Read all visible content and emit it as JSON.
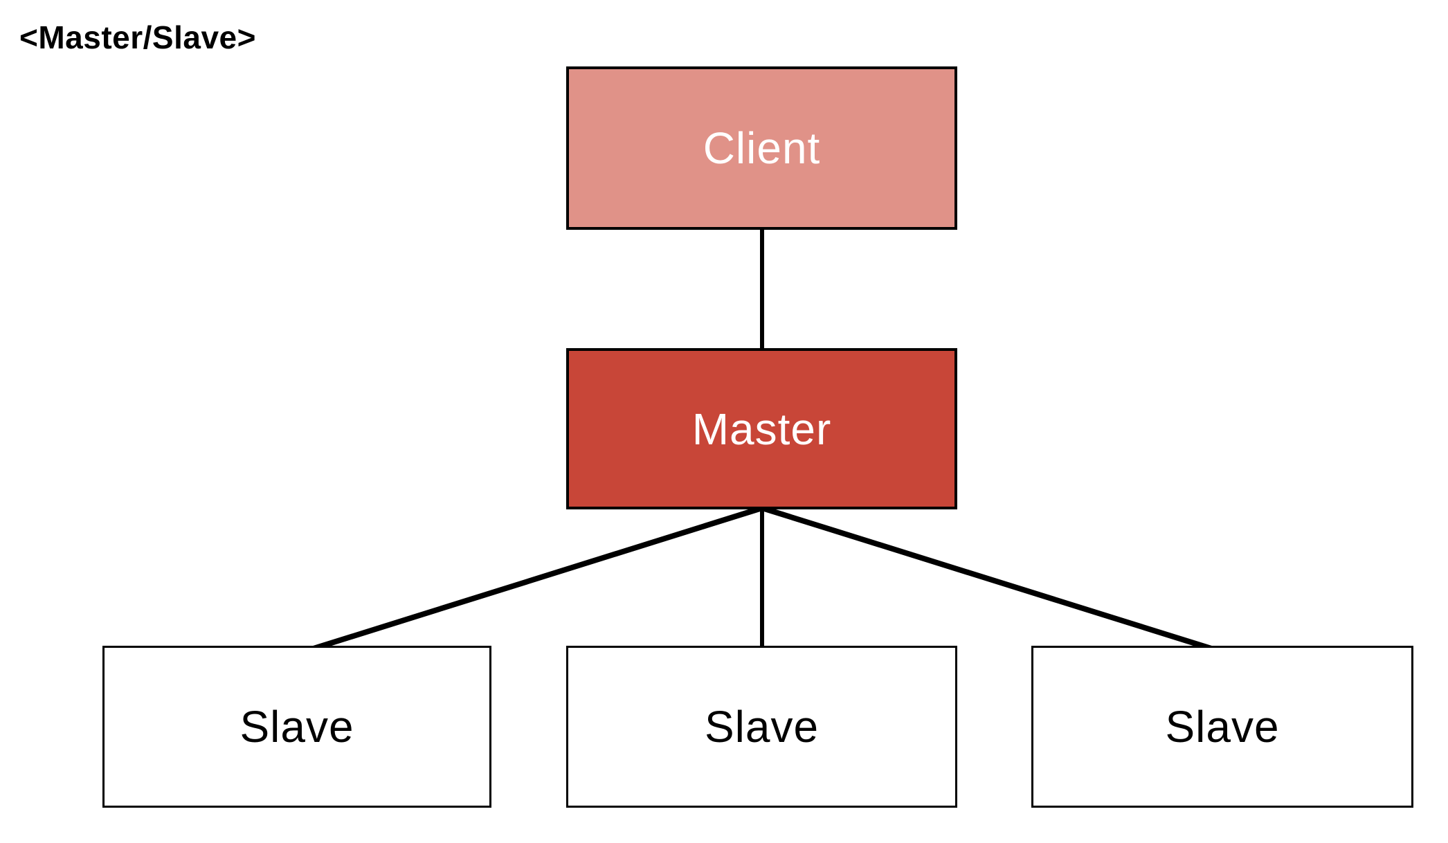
{
  "page": {
    "background_color": "#FFFFFF"
  },
  "title": {
    "text": "<Master/Slave>",
    "color": "#000000"
  },
  "diagram": {
    "nodes": [
      {
        "id": "client",
        "label": "Client",
        "fill": "#E09288",
        "text_color": "#FFFFFF",
        "border_color": "#000000"
      },
      {
        "id": "master",
        "label": "Master",
        "fill": "#C84638",
        "text_color": "#FFFFFF",
        "border_color": "#000000"
      },
      {
        "id": "slave-1",
        "label": "Slave",
        "fill": "#FFFFFF",
        "text_color": "#000000",
        "border_color": "#000000"
      },
      {
        "id": "slave-2",
        "label": "Slave",
        "fill": "#FFFFFF",
        "text_color": "#000000",
        "border_color": "#000000"
      },
      {
        "id": "slave-3",
        "label": "Slave",
        "fill": "#FFFFFF",
        "text_color": "#000000",
        "border_color": "#000000"
      }
    ],
    "edges": [
      {
        "from": "client",
        "to": "master"
      },
      {
        "from": "master",
        "to": "slave-1"
      },
      {
        "from": "master",
        "to": "slave-2"
      },
      {
        "from": "master",
        "to": "slave-3"
      }
    ],
    "edge_color": "#000000"
  }
}
